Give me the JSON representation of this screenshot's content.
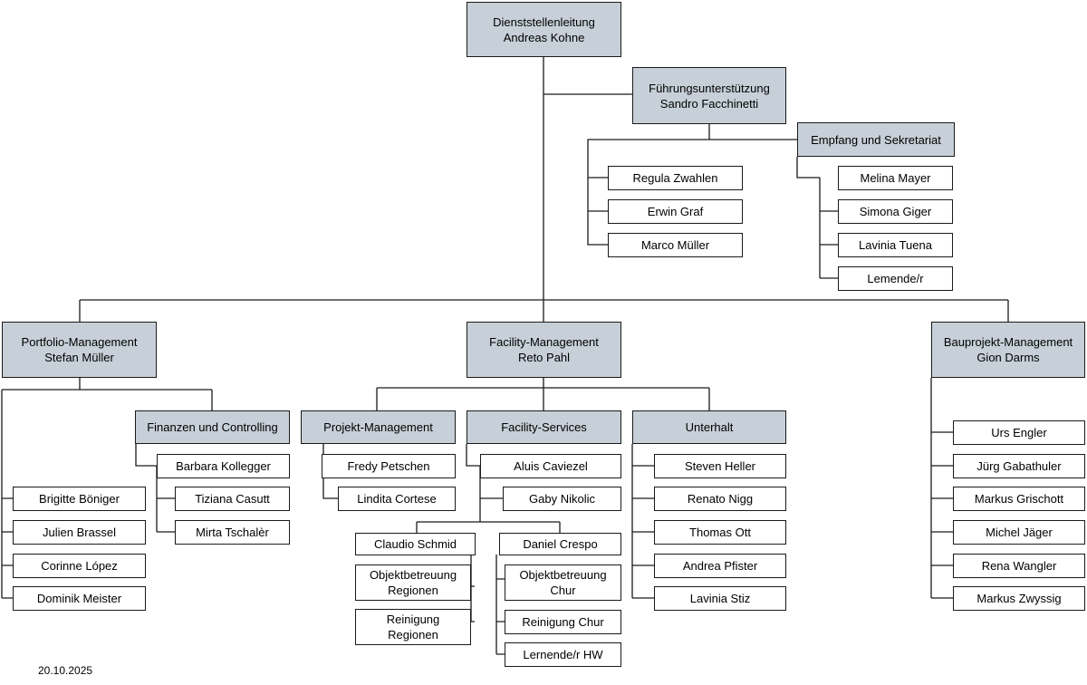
{
  "director": {
    "title": "Dienststellenleitung",
    "name": "Andreas Kohne"
  },
  "support": {
    "title": "Führungsunterstützung",
    "name": "Sandro Facchinetti"
  },
  "support_staff": [
    "Regula Zwahlen",
    "Erwin Graf",
    "Marco Müller"
  ],
  "reception": {
    "title": "Empfang und Sekretariat",
    "members": [
      "Melina Mayer",
      "Simona Giger",
      "Lavinia Tuena",
      "Lemende/r"
    ]
  },
  "portfolio": {
    "title": "Portfolio-Management",
    "name": "Stefan Müller",
    "members": [
      "Brigitte Böniger",
      "Julien Brassel",
      "Corinne López",
      "Dominik Meister"
    ],
    "finance": {
      "title": "Finanzen und Controlling",
      "members": [
        "Barbara Kollegger",
        "Tiziana Casutt",
        "Mirta Tschalèr"
      ]
    }
  },
  "facility": {
    "title": "Facility-Management",
    "name": "Reto Pahl",
    "project": {
      "title": "Projekt-Management",
      "members": [
        "Fredy Petschen",
        "Lindita Cortese"
      ]
    },
    "services": {
      "title": "Facility-Services",
      "members": [
        "Aluis Caviezel",
        "Gaby Nikolic"
      ],
      "claudio": {
        "name": "Claudio Schmid",
        "units": [
          [
            "Objektbetreuung",
            "Regionen"
          ],
          [
            "Reinigung",
            "Regionen"
          ]
        ]
      },
      "daniel": {
        "name": "Daniel Crespo",
        "units": [
          [
            "Objektbetreuung",
            "Chur"
          ],
          [
            "Reinigung Chur"
          ],
          [
            "Lernende/r HW"
          ]
        ]
      }
    },
    "maintenance": {
      "title": "Unterhalt",
      "members": [
        "Steven Heller",
        "Renato Nigg",
        "Thomas Ott",
        "Andrea Pfister",
        "Lavinia Stiz"
      ]
    }
  },
  "construction": {
    "title": "Bauprojekt-Management",
    "name": "Gion Darms",
    "members": [
      "Urs Engler",
      "Jürg Gabathuler",
      "Markus Grischott",
      "Michel Jäger",
      "Rena Wangler",
      "Markus Zwyssig"
    ]
  },
  "date": "20.10.2025"
}
